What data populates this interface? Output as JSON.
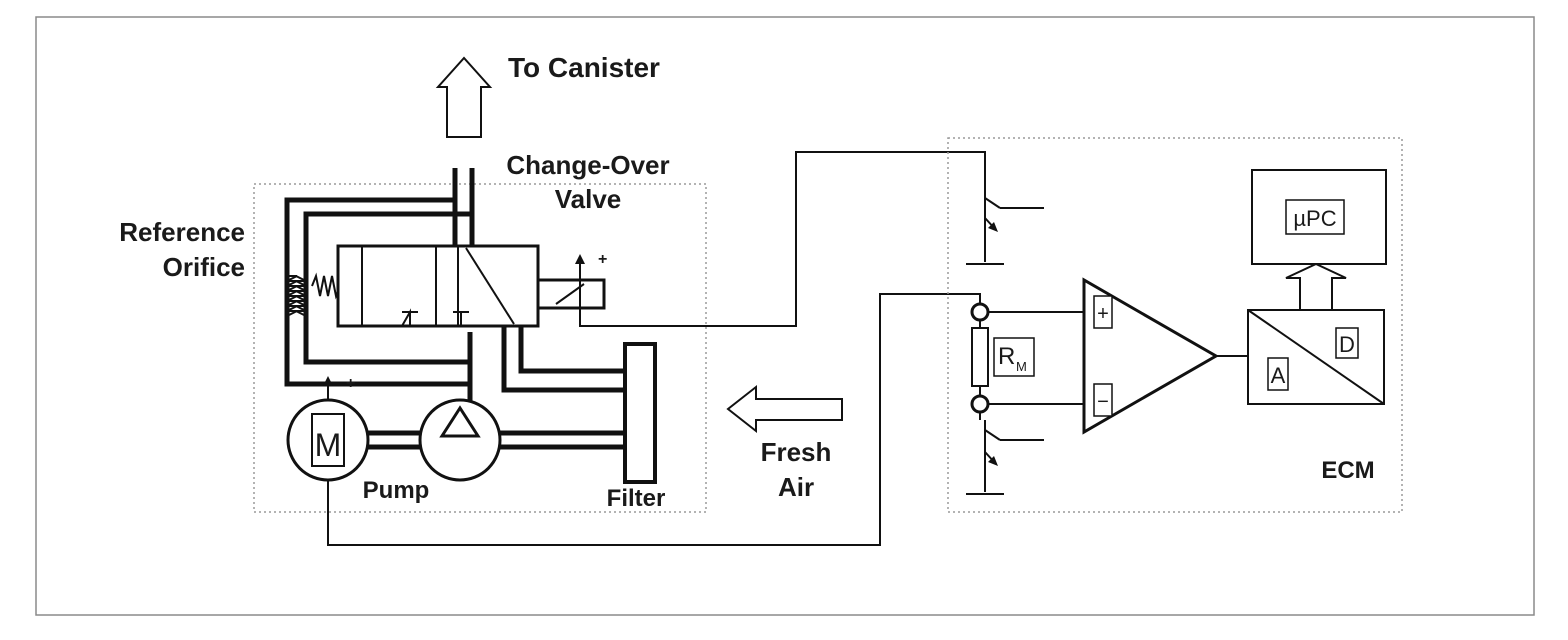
{
  "labels": {
    "to_canister": "To Canister",
    "change_over_line1": "Change-Over",
    "change_over_line2": "Valve",
    "reference_line1": "Reference",
    "reference_line2": "Orifice",
    "pump": "Pump",
    "filter": "Filter",
    "fresh_line1": "Fresh",
    "fresh_line2": "Air",
    "ecm": "ECM",
    "motor": "M",
    "resistor": "R",
    "resistor_sub": "M",
    "upc": "µPC",
    "adc_a": "A",
    "adc_d": "D",
    "plus": "+",
    "minus": "−",
    "valve_plus": "+",
    "motor_plus": "+"
  }
}
